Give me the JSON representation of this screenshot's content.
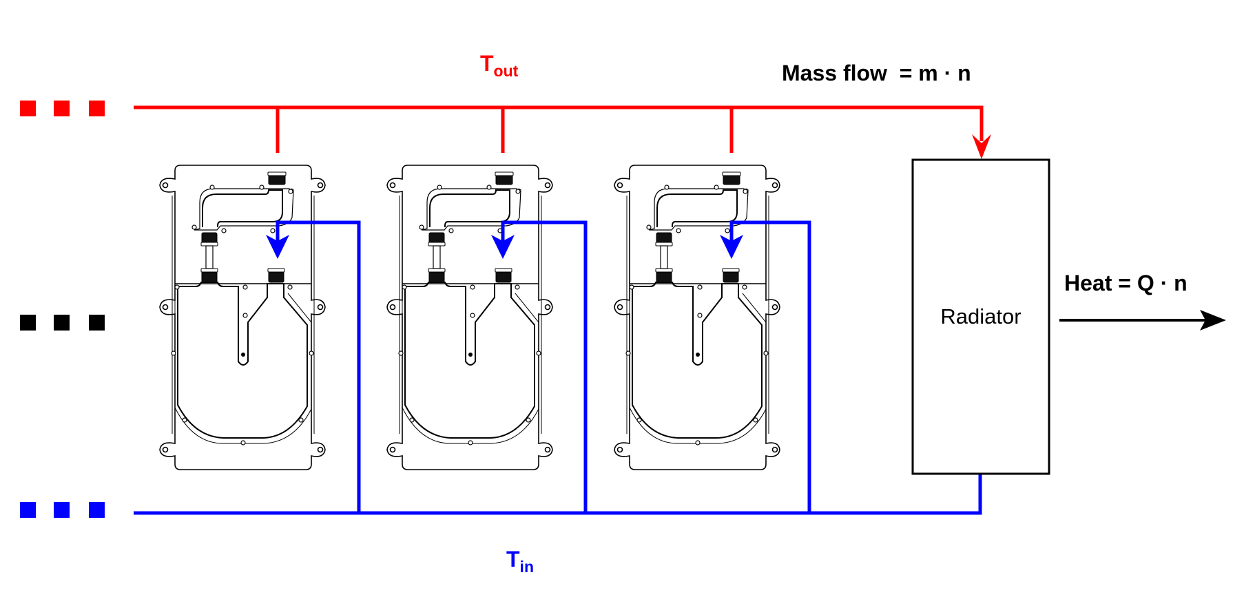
{
  "labels": {
    "t_out_main": "T",
    "t_out_sub": "out",
    "t_in_main": "T",
    "t_in_sub": "in",
    "mass_flow": "Mass flow  = m · n",
    "heat": "Heat = Q · n",
    "radiator": "Radiator"
  },
  "colors": {
    "hot_line": "#ff0000",
    "cold_line": "#0000ff",
    "outline": "#000000"
  },
  "modules_count": 3
}
